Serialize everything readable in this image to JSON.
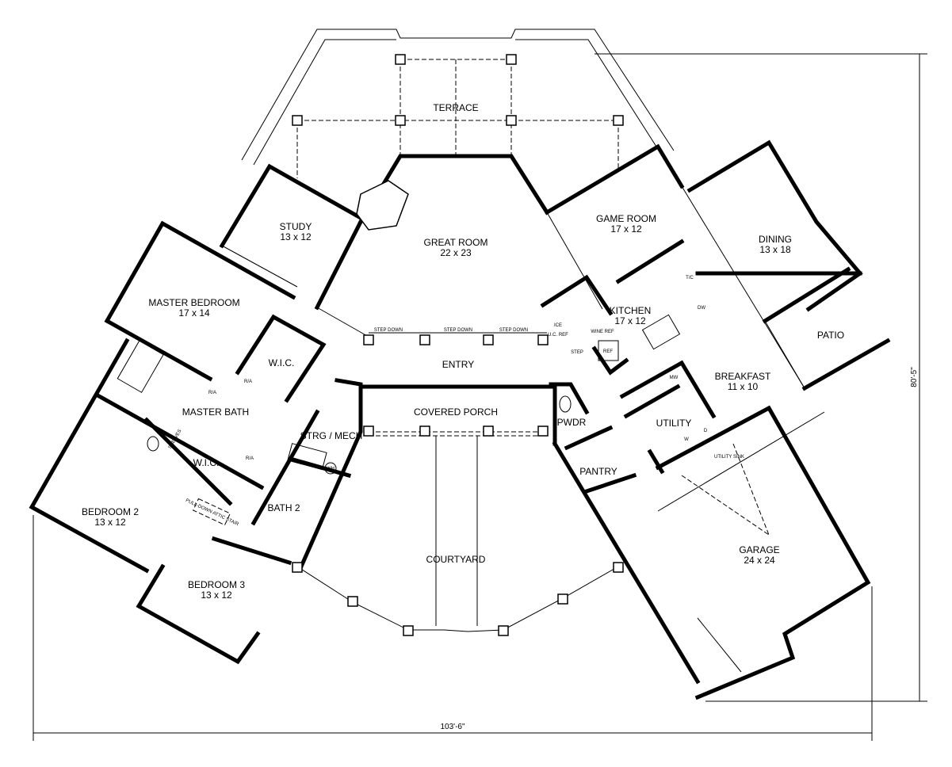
{
  "rooms": [
    {
      "name": "TERRACE",
      "size": ""
    },
    {
      "name": "STUDY",
      "size": "13 x 12"
    },
    {
      "name": "GREAT ROOM",
      "size": "22 x 23"
    },
    {
      "name": "GAME ROOM",
      "size": "17 x 12"
    },
    {
      "name": "DINING",
      "size": "13 x 18"
    },
    {
      "name": "MASTER BEDROOM",
      "size": "17 x 14"
    },
    {
      "name": "KITCHEN",
      "size": "17 x 12"
    },
    {
      "name": "PATIO",
      "size": ""
    },
    {
      "name": "W.I.C.",
      "size": ""
    },
    {
      "name": "ENTRY",
      "size": ""
    },
    {
      "name": "BREAKFAST",
      "size": "11 x 10"
    },
    {
      "name": "MASTER BATH",
      "size": ""
    },
    {
      "name": "COVERED PORCH",
      "size": ""
    },
    {
      "name": "PWDR",
      "size": ""
    },
    {
      "name": "UTILITY",
      "size": ""
    },
    {
      "name": "STRG / MECH",
      "size": ""
    },
    {
      "name": "W.I.C.",
      "size": ""
    },
    {
      "name": "PANTRY",
      "size": ""
    },
    {
      "name": "BEDROOM 2",
      "size": "13 x 12"
    },
    {
      "name": "BATH 2",
      "size": ""
    },
    {
      "name": "GARAGE",
      "size": "24 x 24"
    },
    {
      "name": "COURTYARD",
      "size": ""
    },
    {
      "name": "BEDROOM 3",
      "size": "13 x 12"
    }
  ],
  "annotations": {
    "step_down": "STEP DOWN",
    "step": "STEP",
    "ice": "ICE",
    "uc_ref": "U.C. REF",
    "wine_ref": "WINE REF",
    "ref": "REF",
    "tc": "T/C",
    "dw": "DW",
    "mw": "MW",
    "washer": "W",
    "dryer": "D",
    "utility_sink": "UTILITY SINK",
    "shelves": "SHELVES",
    "wh": "WH",
    "ra": "R/A",
    "attic_stair": "PULL-DOWN ATTIC STAIR"
  },
  "dimensions": {
    "width": "103'-6\"",
    "depth": "80'-5\""
  }
}
